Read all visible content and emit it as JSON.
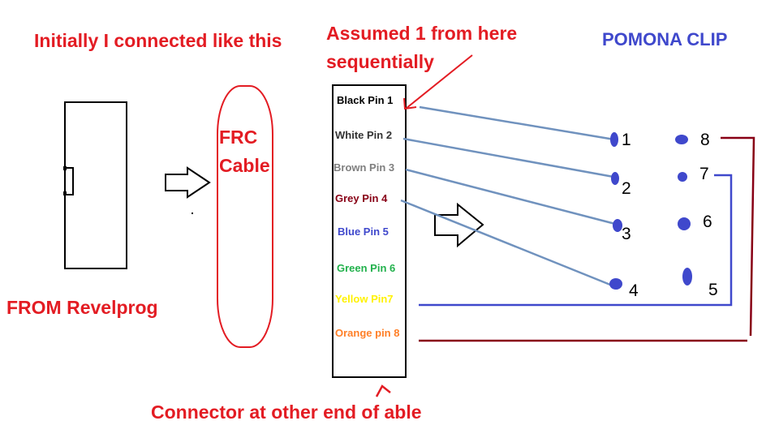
{
  "annotations": {
    "initial": "Initially I connected like this",
    "assumed_line1": "Assumed 1 from here",
    "assumed_line2": "sequentially",
    "from_device": "FROM Revelprog",
    "frc_line1": "FRC",
    "frc_line2": "Cable",
    "connector_note": "Connector at other end of able"
  },
  "pomona": {
    "title": "POMONA CLIP",
    "numbers": [
      "1",
      "2",
      "3",
      "4",
      "5",
      "6",
      "7",
      "8"
    ]
  },
  "connector_pins": [
    {
      "label": "Black Pin 1",
      "color": "#000000"
    },
    {
      "label": "White Pin 2",
      "color": "#333333"
    },
    {
      "label": "Brown Pin 3",
      "color": "#7f7f7f"
    },
    {
      "label": "Grey Pin 4",
      "color": "#880015"
    },
    {
      "label": "Blue Pin 5",
      "color": "#3f48cc"
    },
    {
      "label": "Green Pin 6",
      "color": "#22b14c"
    },
    {
      "label": "Yellow Pin7",
      "color": "#fff200"
    },
    {
      "label": "Orange pin 8",
      "color": "#ff7f27"
    }
  ],
  "colors": {
    "annotation_red": "#e31c23",
    "title_blue": "#3f48cc",
    "wire_blue": "#7092be",
    "dot_blue": "#3f48cc",
    "wire_dark_red": "#880015"
  }
}
